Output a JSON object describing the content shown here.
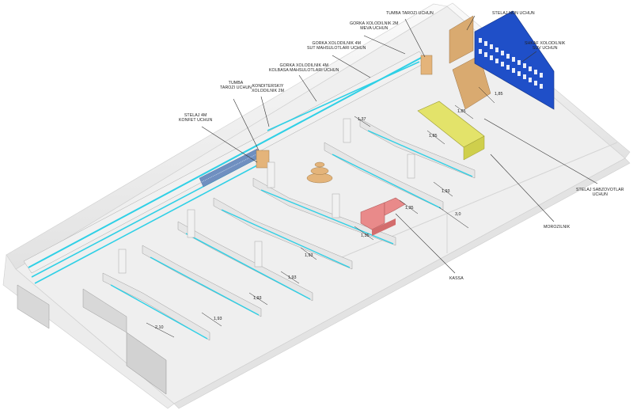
{
  "labels": {
    "tumba_tarozi_top": [
      "TUMBA TAROZI UCHUN"
    ],
    "stelaj_non": [
      "STELAJ NON UCHUN"
    ],
    "gorka_2m_meva": [
      "GORKA XOLODILNIK 2M",
      "MEVA UCHUN"
    ],
    "gorka_4m_sut": [
      "GORKA XOLODILNIK 4M",
      "SUT MAHSULOTLARI UCHUN"
    ],
    "gorka_4m_kolbasa": [
      "GORKA XOLODILNIK 4M",
      "KOLBASA MAHSULOTLARI UCHUN"
    ],
    "shkaf_suv": [
      "SHKAF XOLODILNIK",
      "SUV UCHUN"
    ],
    "tumba_tarozi_left": [
      "TUMBA",
      "TAROZI UCHUN"
    ],
    "konditerskiy": [
      "KONDITERSKIY",
      "XOLODILNIK 2M"
    ],
    "stelaj_konfet": [
      "STELAJ 4M",
      "KONFET UCHUN"
    ],
    "stelaj_sabzavot": [
      "STELAJ SABZOVOTLAR",
      "UCHUN"
    ],
    "morozilnik": [
      "MOROZILNIK"
    ],
    "kassa": [
      "KASSA"
    ]
  },
  "dimensions": [
    "1,85",
    "1,85",
    "1,85",
    "1,37",
    "1,93",
    "1,35",
    "3,0",
    "1,35",
    "1,93",
    "1,93",
    "1,93",
    "1,93",
    "2,10"
  ],
  "colors": {
    "fridge_strip": "#2fd0e6",
    "shelf": "#e6e6e6",
    "wall": "#f3f3f3",
    "floor": "#efefef",
    "water_cabinet": "#1f4fc8",
    "produce_counter": "#e3e36a",
    "cashier": "#e98a8a",
    "wood": "#d9aa70",
    "bottles": "#6f8fc0"
  }
}
